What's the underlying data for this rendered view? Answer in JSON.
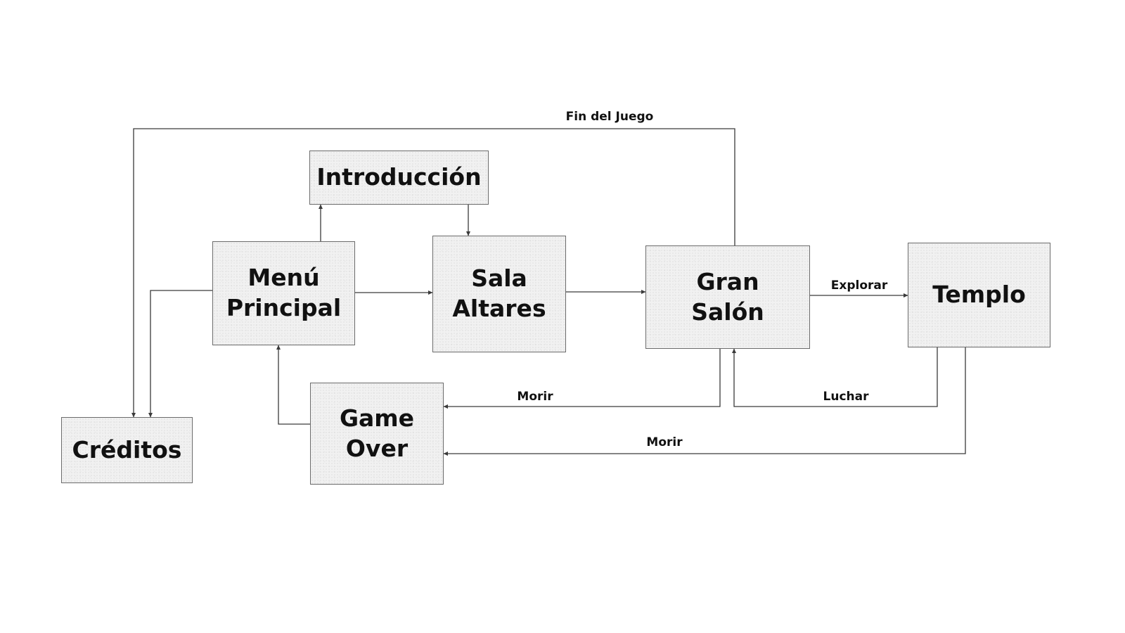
{
  "nodes": {
    "introduccion": {
      "lines": [
        "Introducción"
      ]
    },
    "menu_principal": {
      "lines": [
        "Menú",
        "Principal"
      ]
    },
    "sala_altares": {
      "lines": [
        "Sala",
        "Altares"
      ]
    },
    "gran_salon": {
      "lines": [
        "Gran",
        "Salón"
      ]
    },
    "templo": {
      "lines": [
        "Templo"
      ]
    },
    "creditos": {
      "lines": [
        "Créditos"
      ]
    },
    "game_over": {
      "lines": [
        "Game",
        "Over"
      ]
    }
  },
  "edges": [
    {
      "from": "menu_principal",
      "to": "introduccion",
      "label": ""
    },
    {
      "from": "introduccion",
      "to": "sala_altares",
      "label": ""
    },
    {
      "from": "menu_principal",
      "to": "sala_altares",
      "label": ""
    },
    {
      "from": "sala_altares",
      "to": "gran_salon",
      "label": ""
    },
    {
      "from": "gran_salon",
      "to": "templo",
      "label": "Explorar"
    },
    {
      "from": "templo",
      "to": "gran_salon",
      "label": "Luchar"
    },
    {
      "from": "gran_salon",
      "to": "game_over",
      "label": "Morir"
    },
    {
      "from": "templo",
      "to": "game_over",
      "label": "Morir"
    },
    {
      "from": "game_over",
      "to": "menu_principal",
      "label": ""
    },
    {
      "from": "menu_principal",
      "to": "creditos",
      "label": ""
    },
    {
      "from": "gran_salon",
      "to": "creditos",
      "label": "Fin del Juego"
    }
  ],
  "colors": {
    "node_fill": "#f1f1f1",
    "node_border": "#6b6b6b",
    "edge": "#3a3a3a",
    "text": "#111111"
  }
}
